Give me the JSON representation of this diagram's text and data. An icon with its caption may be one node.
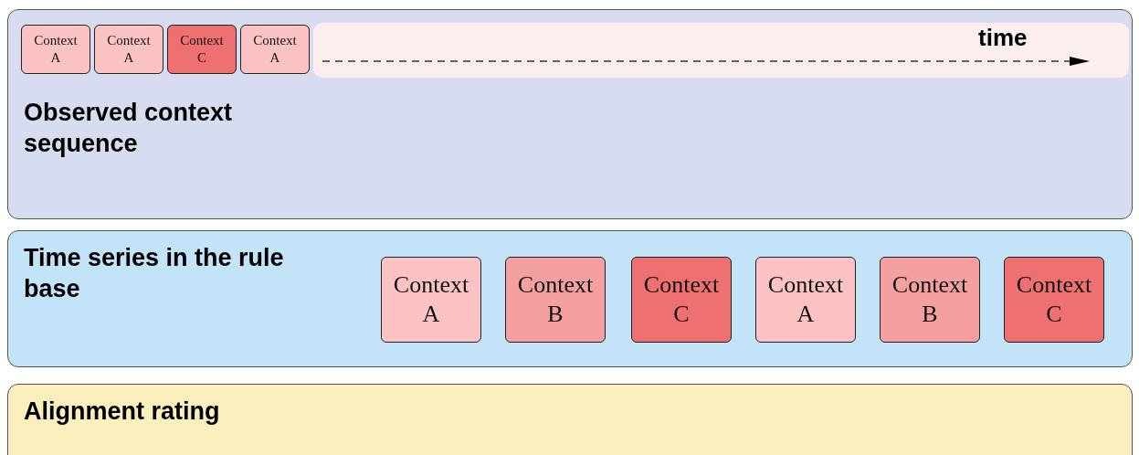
{
  "diagram": {
    "nodes": [
      {
        "text": [
          "Observed context sequence"
        ]
      },
      {
        "text": [
          "Context A"
        ],
        "in": 0
      },
      {
        "text": [
          "Context A"
        ],
        "in": 0
      },
      {
        "text": [
          "Context C"
        ],
        "in": 0
      },
      {
        "text": [
          "Context A"
        ],
        "in": 0
      },
      {
        "text": [
          "time"
        ],
        "in": 0
      },
      {
        "text": [
          "Time series in the rule base"
        ]
      },
      {
        "text": [
          "Context A"
        ],
        "in": 6
      },
      {
        "text": [
          "Context B"
        ],
        "in": 6
      },
      {
        "text": [
          "Context C"
        ],
        "in": 6
      },
      {
        "text": [
          "Context A"
        ],
        "in": 6
      },
      {
        "text": [
          "Context B"
        ],
        "in": 6
      },
      {
        "text": [
          "Context C"
        ],
        "in": 6
      },
      {
        "text": [
          "Alignment rating"
        ]
      }
    ],
    "edges": []
  }
}
